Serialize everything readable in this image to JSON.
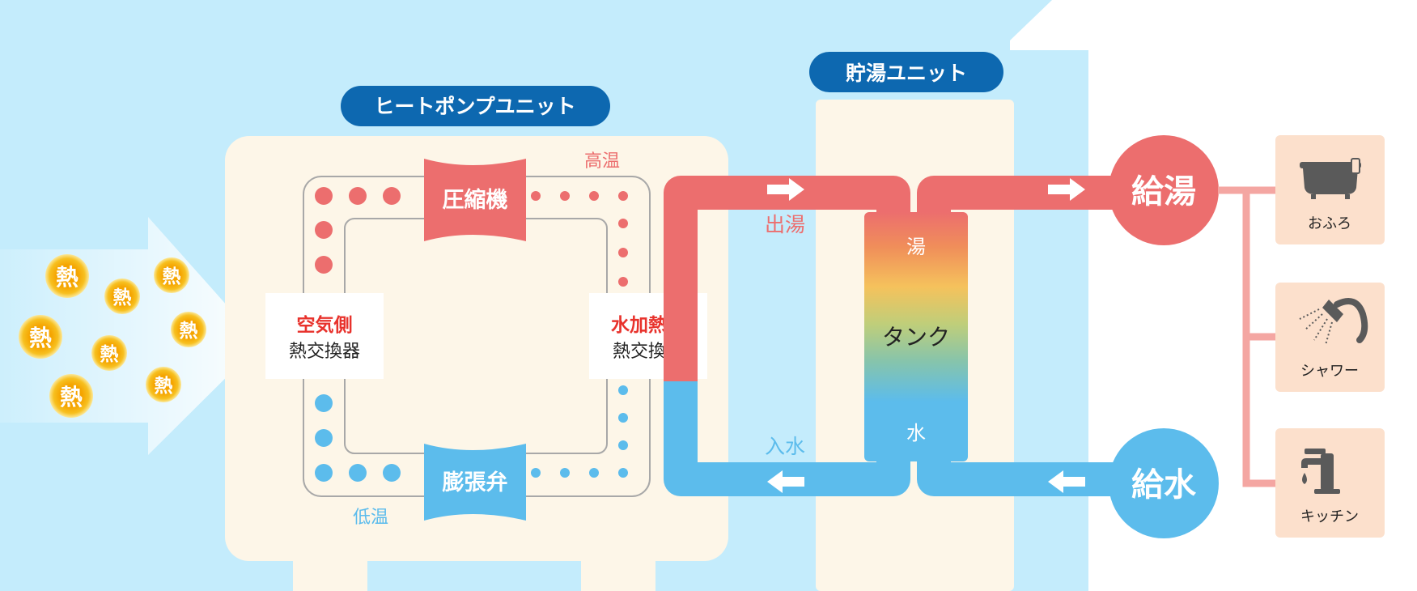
{
  "heat_pump": {
    "unit_title": "ヒートポンプユニット",
    "compressor": "圧縮機",
    "expansion_valve": "膨張弁",
    "high_temp": "高温",
    "low_temp": "低温",
    "air_side_line1": "空気側",
    "air_side_line2": "熱交換器",
    "water_side_line1": "水加熱側",
    "water_side_line2": "熱交換器"
  },
  "heat_labels": [
    "熱",
    "熱",
    "熱",
    "熱",
    "熱",
    "熱",
    "熱",
    "熱"
  ],
  "storage": {
    "unit_title": "貯湯ユニット",
    "tank": "タンク",
    "tank_hot": "湯",
    "tank_water": "水",
    "outflow": "出湯",
    "inflow": "入水"
  },
  "supply": {
    "hot": "給湯",
    "water": "給水"
  },
  "fixtures": {
    "bath": "おふろ",
    "shower": "シャワー",
    "kitchen": "キッチン"
  },
  "colors": {
    "sky": "#c4ecfc",
    "hot_pipe": "#ec6e6e",
    "cold_pipe": "#5cbcec",
    "unit_fill": "#fdf6e8",
    "title_badge": "#0d68b0",
    "fixture_box": "#fce0cc",
    "fixture_line": "#f4a6a2",
    "accent_red": "#e8322c"
  }
}
